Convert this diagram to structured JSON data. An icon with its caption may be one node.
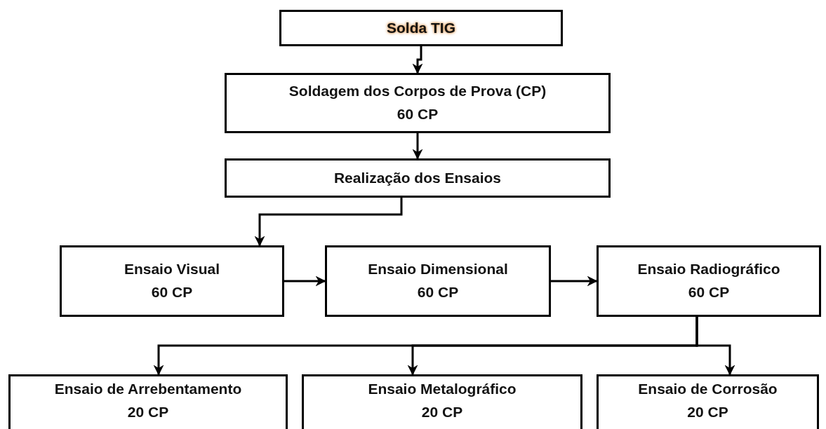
{
  "diagram": {
    "nodes": [
      {
        "text": [
          "Solda TIG"
        ]
      },
      {
        "text": [
          "Soldagem dos Corpos de Prova (CP)",
          "60 CP"
        ]
      },
      {
        "text": [
          "Realização dos Ensaios"
        ]
      },
      {
        "text": [
          "Ensaio Visual",
          "60 CP"
        ]
      },
      {
        "text": [
          "Ensaio Dimensional",
          "60 CP"
        ]
      },
      {
        "text": [
          "Ensaio Radiográfico",
          "60 CP"
        ]
      },
      {
        "text": [
          "Ensaio de Arrebentamento",
          "20 CP"
        ]
      },
      {
        "text": [
          "Ensaio Metalográfico",
          "20 CP"
        ]
      },
      {
        "text": [
          "Ensaio de Corrosão",
          "20 CP"
        ]
      }
    ],
    "edges": [
      {
        "from": 0,
        "to": 1,
        "arrow": "to"
      },
      {
        "from": 1,
        "to": 2,
        "arrow": "to"
      },
      {
        "from": 2,
        "to": 3,
        "arrow": "to"
      },
      {
        "from": 3,
        "to": 4,
        "arrow": "to"
      },
      {
        "from": 4,
        "to": 5,
        "arrow": "to"
      },
      {
        "from": 5,
        "to": 6,
        "arrow": "to"
      },
      {
        "from": 5,
        "to": 7,
        "arrow": "to"
      },
      {
        "from": 5,
        "to": 8,
        "arrow": "to"
      }
    ]
  }
}
